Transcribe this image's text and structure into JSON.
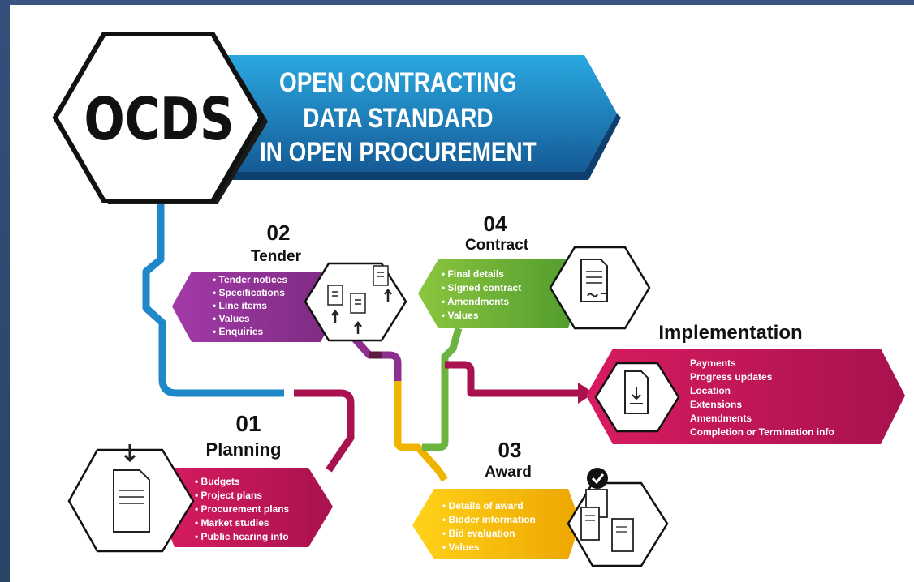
{
  "logo": {
    "text": "OCDS"
  },
  "banner": {
    "lines": [
      "OPEN CONTRACTING",
      "DATA STANDARD",
      "IN OPEN PROCUREMENT"
    ]
  },
  "stages": {
    "planning": {
      "num": "01",
      "title": "Planning",
      "color": "#c2185b",
      "items": [
        "• Budgets",
        "• Project plans",
        "• Procurement plans",
        "• Market studies",
        "• Public hearing info"
      ]
    },
    "tender": {
      "num": "02",
      "title": "Tender",
      "color": "#8e2f90",
      "items": [
        "• Tender notices",
        "• Specifications",
        "• Line items",
        "• Values",
        "• Enquiries"
      ]
    },
    "award": {
      "num": "03",
      "title": "Award",
      "color": "#f0b400",
      "items": [
        "• Details of award",
        "• Bidder information",
        "• Bid evaluation",
        "• Values"
      ]
    },
    "contract": {
      "num": "04",
      "title": "Contract",
      "color": "#6cb33f",
      "items": [
        "• Final details",
        "• Signed contract",
        "• Amendments",
        "• Values"
      ]
    },
    "implementation": {
      "title": "Implementation",
      "color": "#c2185b",
      "items": [
        "Payments",
        "Progress updates",
        "Location",
        "Extensions",
        "Amendments",
        "Completion or Termination info"
      ]
    }
  }
}
